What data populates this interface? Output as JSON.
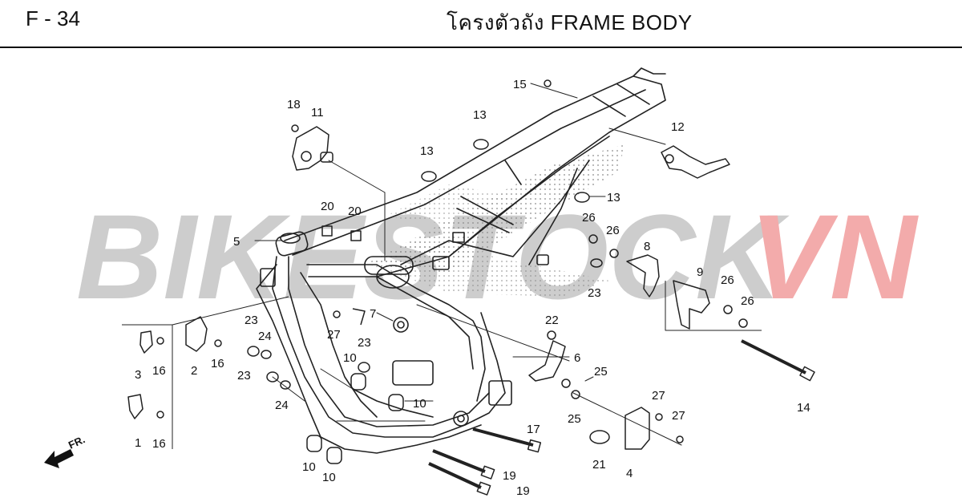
{
  "header": {
    "page_code": "F - 34",
    "title": "โครงตัวถัง  FRAME BODY"
  },
  "watermark": {
    "part1": "BIKESTOCK",
    "part2": "VN",
    "color1": "#c8c8c8",
    "color2": "#f2a3a3"
  },
  "direction": {
    "label": "FR."
  },
  "callouts": [
    "15",
    "18",
    "11",
    "13",
    "13",
    "12",
    "13",
    "20",
    "20",
    "26",
    "26",
    "5",
    "8",
    "9",
    "26",
    "26",
    "23",
    "27",
    "7",
    "22",
    "23",
    "24",
    "23",
    "6",
    "10",
    "3",
    "16",
    "2",
    "16",
    "25",
    "23",
    "24",
    "25",
    "10",
    "27",
    "14",
    "27",
    "17",
    "1",
    "16",
    "21",
    "4",
    "10",
    "10",
    "19",
    "19"
  ]
}
